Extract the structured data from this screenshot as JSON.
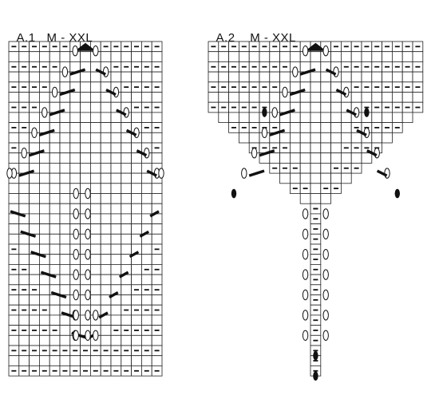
{
  "charts": [
    {
      "id": "A.1",
      "label": "A.1",
      "sizes": "M - XXL"
    },
    {
      "id": "A.2",
      "label": "A.2",
      "sizes": "M - XXL"
    }
  ],
  "colors": {
    "grid": "#222222",
    "symbol": "#111111",
    "background": "#ffffff"
  },
  "legend_symbols": [
    "purl",
    "yarn-over",
    "decrease-bar",
    "double-decrease-triangle",
    "filled-bobble"
  ]
}
